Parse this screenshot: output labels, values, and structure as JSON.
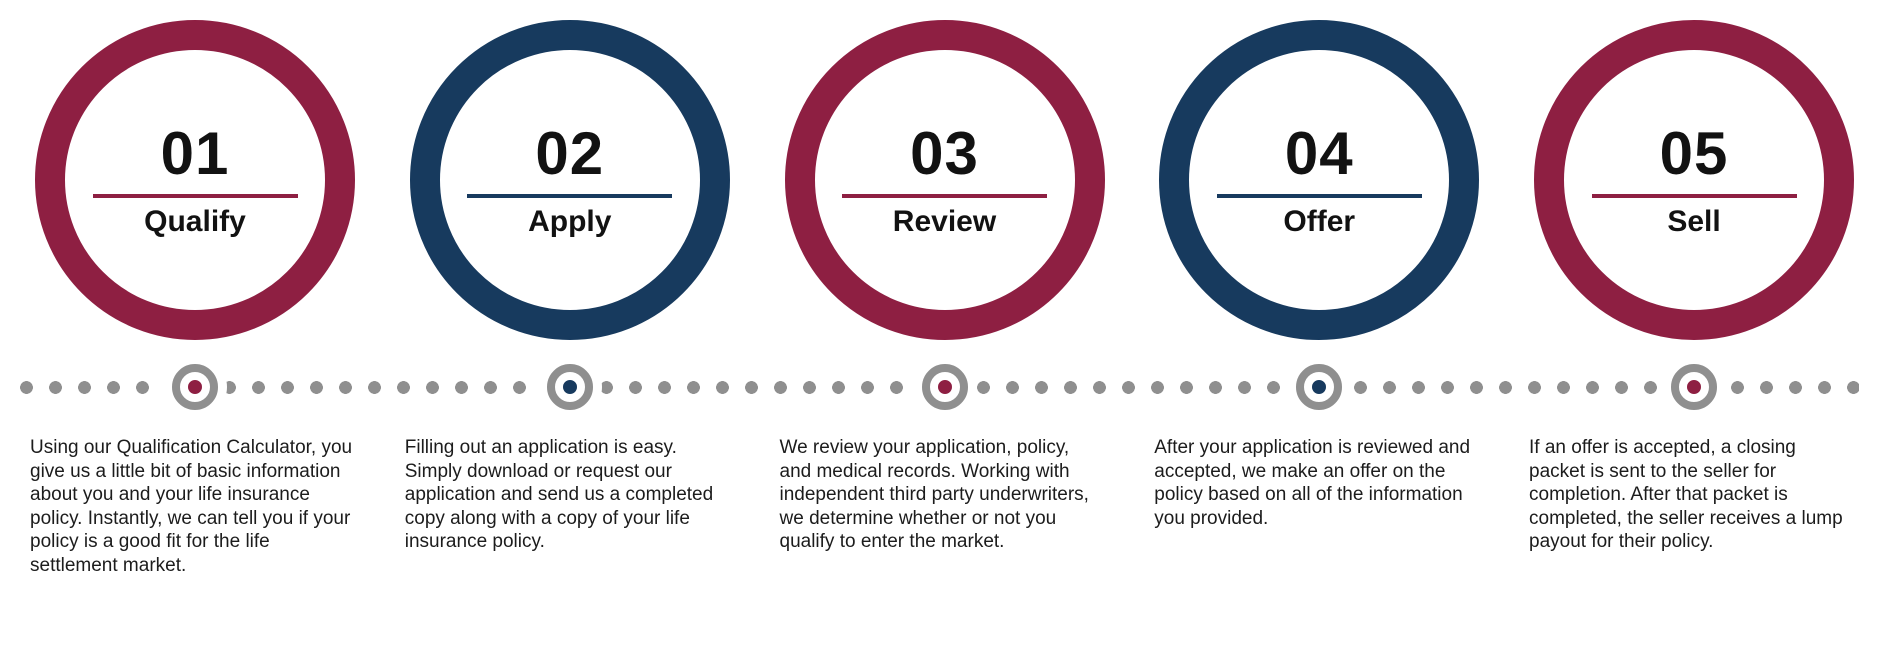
{
  "colors": {
    "maroon": "#8e1f42",
    "navy": "#173a5e",
    "dot_gray": "#8f8f8f",
    "text": "#1c1c1c"
  },
  "steps": [
    {
      "number": "01",
      "title": "Qualify",
      "accent": "#8e1f42",
      "description": "Using our Qualification Calculator, you give us a little bit of basic information about you and your life insurance policy. Instantly, we can tell you if your policy is a good fit for the life settlement market."
    },
    {
      "number": "02",
      "title": "Apply",
      "accent": "#173a5e",
      "description": "Filling out an application is easy. Simply download or request our application and send us a completed copy along with a copy of your life insurance policy."
    },
    {
      "number": "03",
      "title": "Review",
      "accent": "#8e1f42",
      "description": "We review your application, policy, and medical records. Working with independent third party underwriters, we determine whether or not you qualify to enter the market."
    },
    {
      "number": "04",
      "title": "Offer",
      "accent": "#173a5e",
      "description": "After your application is reviewed and accepted, we make an offer on the policy based on all of the information you provided."
    },
    {
      "number": "05",
      "title": "Sell",
      "accent": "#8e1f42",
      "description": "If an offer is accepted, a closing packet is sent to the seller for completion. After that packet is completed, the seller receives a lump payout for their policy."
    }
  ]
}
